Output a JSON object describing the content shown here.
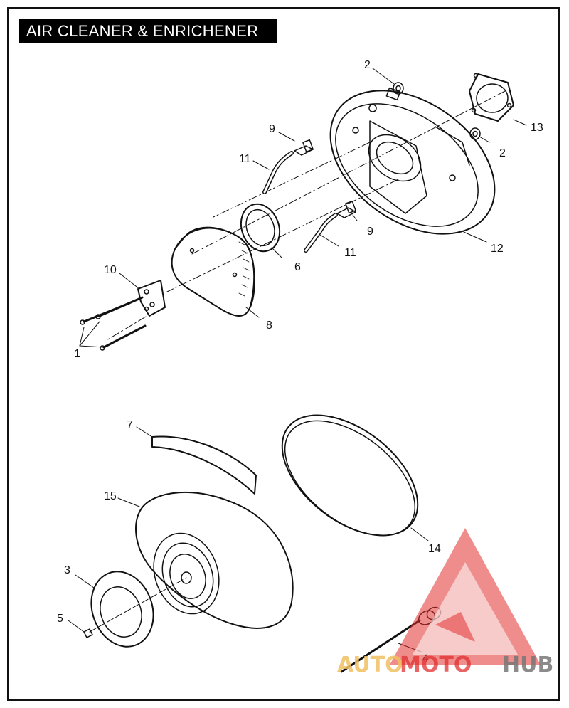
{
  "title": "AIR CLEANER & ENRICHENER",
  "callouts": [
    "1",
    "2",
    "2",
    "3",
    "4",
    "5",
    "6",
    "7",
    "8",
    "9",
    "9",
    "10",
    "11",
    "11",
    "12",
    "13",
    "14",
    "15"
  ],
  "watermark": {
    "part1": "AUTO",
    "part2": "MOTO",
    "part3": "HUB",
    "colors": {
      "accent": "#f0c060",
      "red": "#e23030",
      "gray": "#777777"
    }
  }
}
